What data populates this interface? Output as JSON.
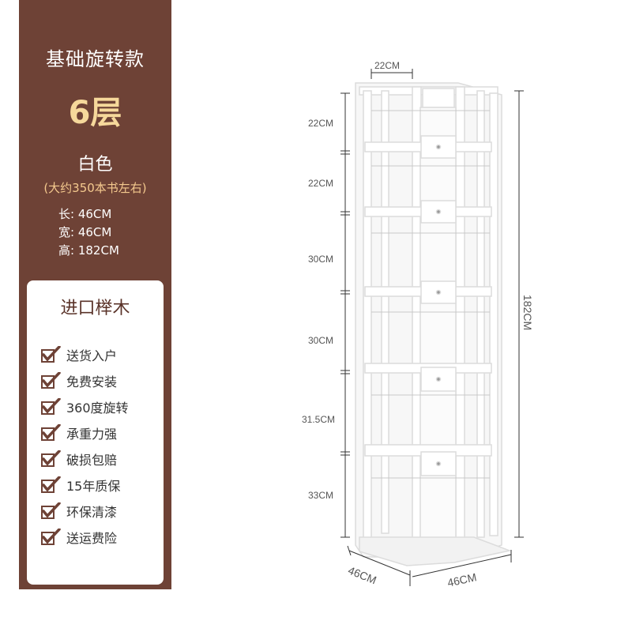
{
  "left_panel": {
    "title": "基础旋转款",
    "layers": "6层",
    "color": "白色",
    "capacity": "(大约350本书左右)",
    "dimensions": [
      {
        "label": "长:",
        "value": "46CM"
      },
      {
        "label": "宽:",
        "value": "46CM"
      },
      {
        "label": "高:",
        "value": "182CM"
      }
    ],
    "material": "进口榉木",
    "features": [
      "送货入户",
      "免费安装",
      "360度旋转",
      "承重力强",
      "破损包赔",
      "15年质保",
      "环保清漆",
      "送运费险"
    ]
  },
  "product": {
    "top_width": "22CM",
    "shelf_heights": [
      "22CM",
      "22CM",
      "30CM",
      "30CM",
      "31.5CM",
      "33CM"
    ],
    "total_height": "182CM",
    "base_left": "46CM",
    "base_right": "46CM"
  },
  "colors": {
    "panel": "#6e4236",
    "accent_text": "#f6d89b",
    "capacity_text": "#f4c98e",
    "check": "#6e4236"
  }
}
